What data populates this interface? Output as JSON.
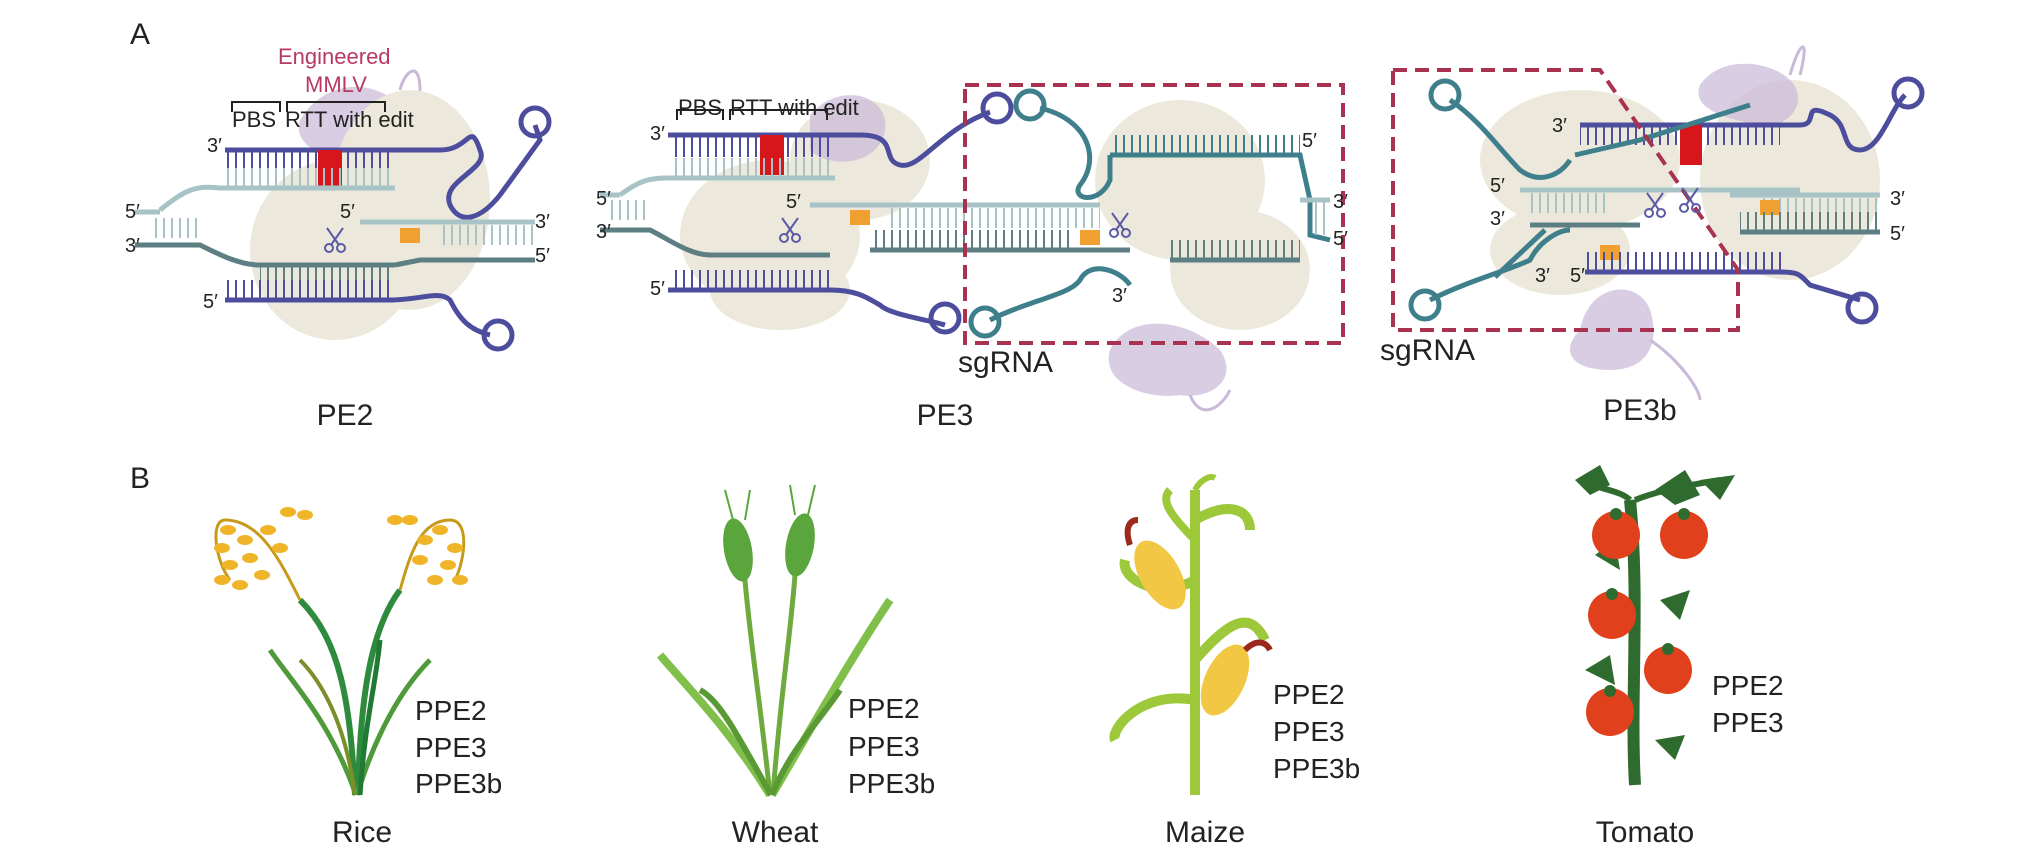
{
  "panels": {
    "a": {
      "letter": "A"
    },
    "b": {
      "letter": "B"
    }
  },
  "colors": {
    "dark_blue": "#4d4d9e",
    "light_teal": "#a8c3c6",
    "dark_teal": "#5d7f84",
    "sgRNA_teal": "#3f7f8c",
    "edit_red": "#d7161c",
    "nick_orange": "#f0a030",
    "protein_beige": "#ece9dc",
    "protein_lilac": "#c9b8d7",
    "box_maroon": "#a8324f"
  },
  "diagrams": [
    {
      "id": "pe2",
      "title": "PE2",
      "enzyme_label_line1": "Engineered",
      "enzyme_label_line2": "MMLV",
      "pbs_label": "PBS",
      "rtt_label": "RTT with edit",
      "ends": [
        "3′",
        "5′",
        "3′",
        "5′",
        "3′",
        "5′",
        "5′"
      ]
    },
    {
      "id": "pe3",
      "title": "PE3",
      "pbs_label": "PBS",
      "rtt_label": "RTT with edit",
      "sgrna_label": "sgRNA",
      "ends": [
        "3′",
        "5′",
        "3′",
        "5′",
        "5′",
        "5′",
        "3′",
        "5′",
        "3′"
      ]
    },
    {
      "id": "pe3b",
      "title": "PE3b",
      "sgrna_label": "sgRNA",
      "ends": [
        "3′",
        "5′",
        "3′",
        "3′",
        "5′",
        "3′",
        "5′"
      ]
    }
  ],
  "plants": [
    {
      "name": "Rice",
      "icon": "rice-plant-icon",
      "methods": [
        "PPE2",
        "PPE3",
        "PPE3b"
      ]
    },
    {
      "name": "Wheat",
      "icon": "wheat-plant-icon",
      "methods": [
        "PPE2",
        "PPE3",
        "PPE3b"
      ]
    },
    {
      "name": "Maize",
      "icon": "maize-plant-icon",
      "methods": [
        "PPE2",
        "PPE3",
        "PPE3b"
      ]
    },
    {
      "name": "Tomato",
      "icon": "tomato-plant-icon",
      "methods": [
        "PPE2",
        "PPE3"
      ]
    }
  ]
}
